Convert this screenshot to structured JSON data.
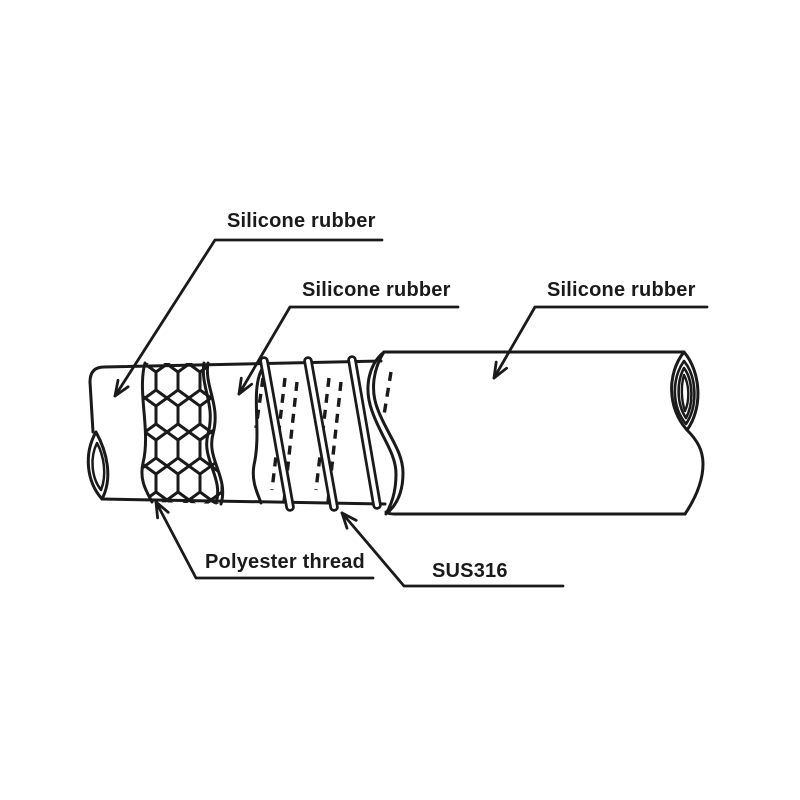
{
  "figure": {
    "background_color": "#ffffff",
    "line_color": "#1a1a1a",
    "labels": [
      {
        "id": "silicone-rubber-inner-layer",
        "text": "Silicone rubber"
      },
      {
        "id": "silicone-rubber-middle-layer",
        "text": "Silicone rubber"
      },
      {
        "id": "silicone-rubber-outer-layer",
        "text": "Silicone rubber"
      },
      {
        "id": "polyester-thread-braid",
        "text": "Polyester thread"
      },
      {
        "id": "sus316-helical-wire",
        "text": "SUS316"
      }
    ]
  }
}
